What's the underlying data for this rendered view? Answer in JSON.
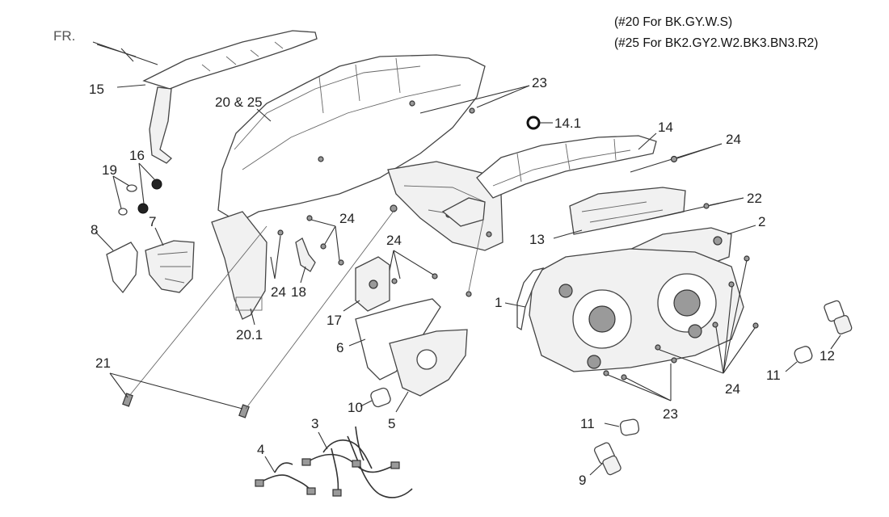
{
  "notes": {
    "line1": "(#20 For BK.GY.W.S)",
    "line2": "(#25 For BK2.GY2.W2.BK3.BN3.R2)"
  },
  "direction_label": "FR.",
  "callouts": {
    "c15": "15",
    "c20_25": "20 & 25",
    "c23_top": "23",
    "c14_1": "14.1",
    "c14": "14",
    "c24_top": "24",
    "c16": "16",
    "c19": "19",
    "c22": "22",
    "c2": "2",
    "c8": "8",
    "c7": "7",
    "c24_a": "24",
    "c24_b": "24",
    "c24_c": "24",
    "c18": "18",
    "c13": "13",
    "c1": "1",
    "c17": "17",
    "c20_1": "20.1",
    "c6": "6",
    "c12": "12",
    "c11_r": "11",
    "c24_r": "24",
    "c21": "21",
    "c10": "10",
    "c5": "5",
    "c23_bot": "23",
    "c3": "3",
    "c11_b": "11",
    "c4": "4",
    "c9": "9"
  }
}
